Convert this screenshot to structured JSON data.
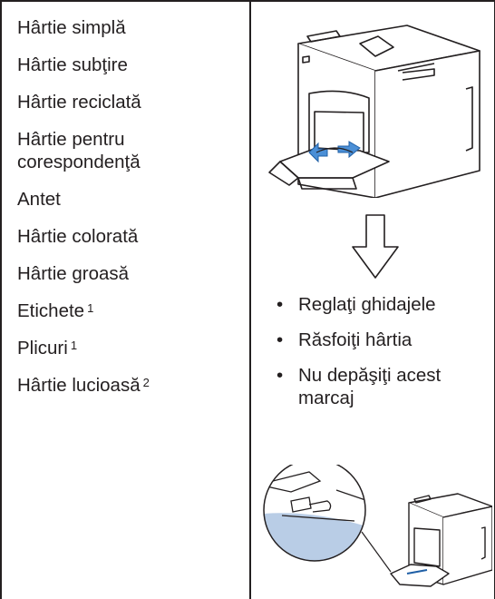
{
  "paper_types": [
    {
      "label": "Hârtie simplă",
      "note": ""
    },
    {
      "label": "Hârtie subţire",
      "note": ""
    },
    {
      "label": "Hârtie reciclată",
      "note": ""
    },
    {
      "label": "Hârtie pentru corespondenţă",
      "note": ""
    },
    {
      "label": "Antet",
      "note": ""
    },
    {
      "label": "Hârtie colorată",
      "note": ""
    },
    {
      "label": "Hârtie groasă",
      "note": ""
    },
    {
      "label": "Etichete",
      "note": "1"
    },
    {
      "label": "Plicuri",
      "note": "1"
    },
    {
      "label": "Hârtie lucioasă",
      "note": "2"
    }
  ],
  "instructions": {
    "bullet": "•",
    "items": [
      "Reglaţi ghidajele",
      "Răsfoiţi hârtia",
      "Nu depăşiţi acest marcaj"
    ]
  },
  "icons": {
    "printer_top": "printer-manual-feed-slot-icon",
    "arrow": "down-arrow-icon",
    "printer_bottom": "max-paper-mark-detail-icon"
  }
}
